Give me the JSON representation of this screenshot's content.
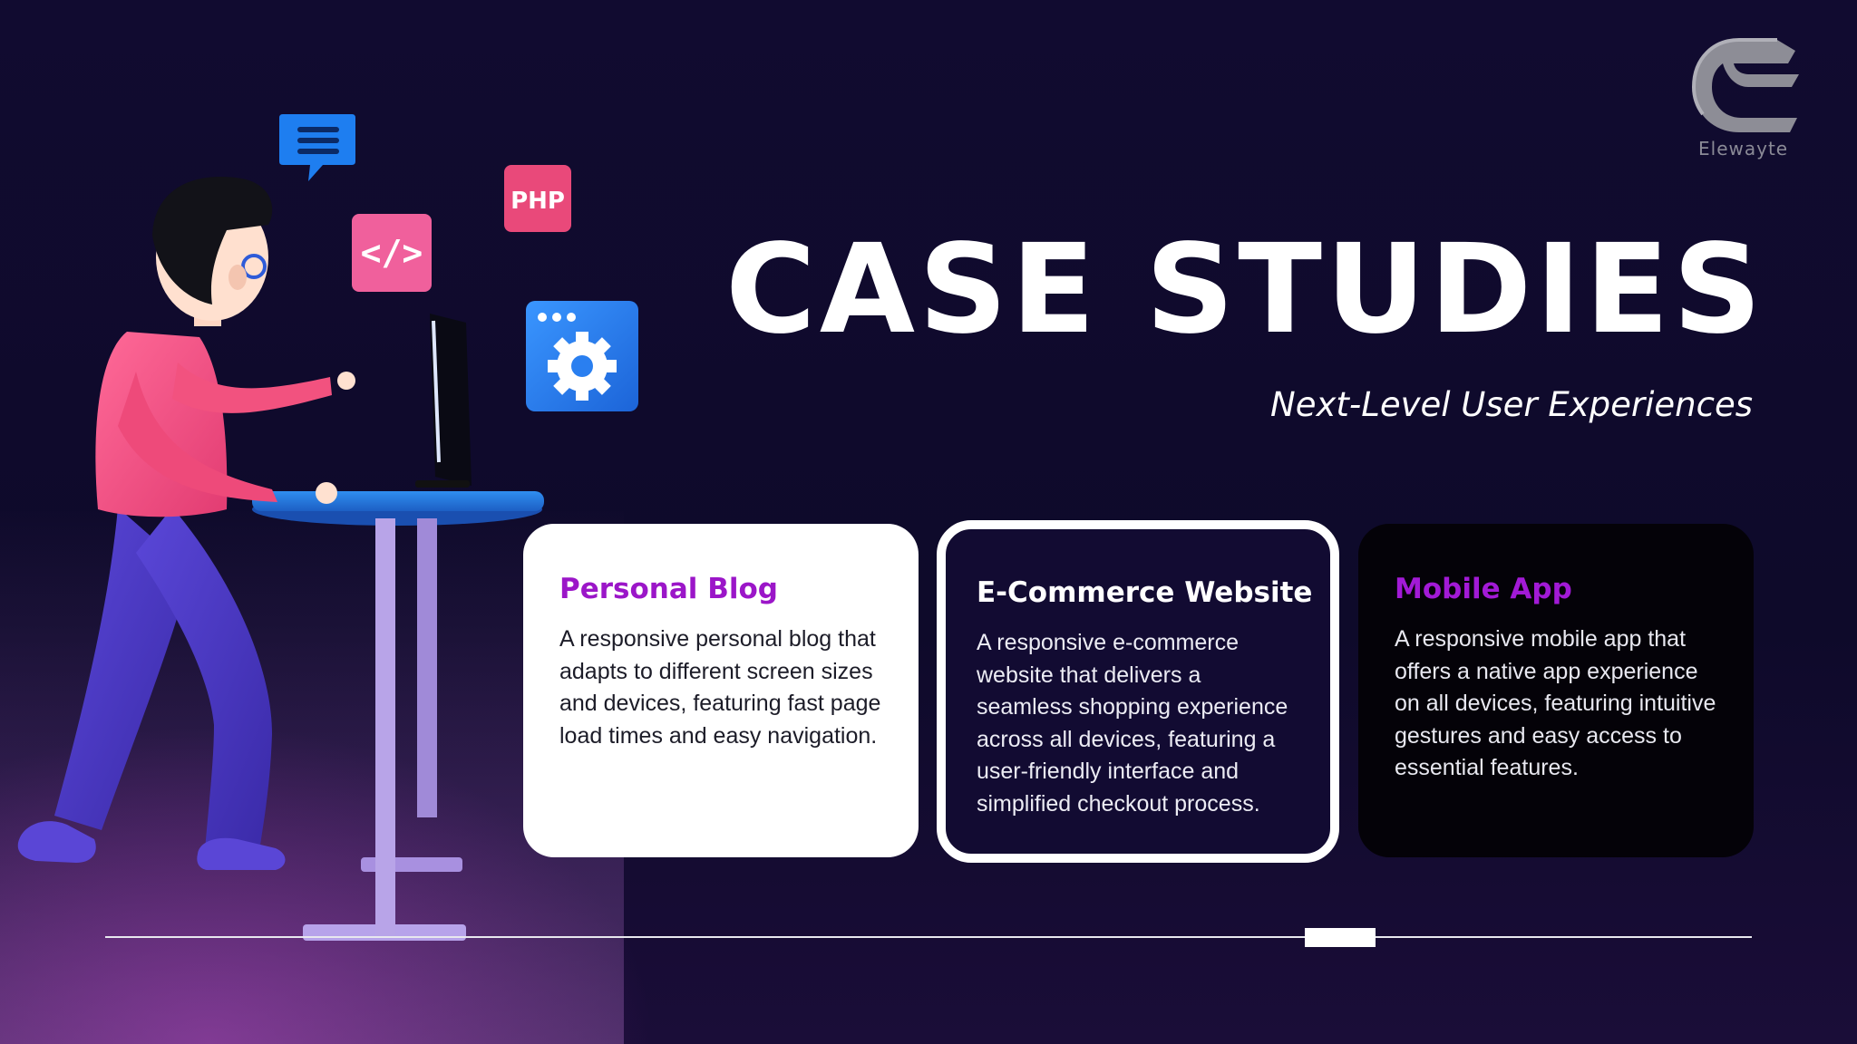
{
  "brand": {
    "name": "Elewayte",
    "colors": {
      "background": "#0f0a2c",
      "accent": "#9b16c8",
      "card_white": "#ffffff",
      "card_dark": "#040208"
    }
  },
  "hero": {
    "title": "CASE STUDIES",
    "subtitle": "Next-Level User Experiences"
  },
  "illustration": {
    "icons": [
      "chat-bubble-icon",
      "code-icon",
      "php-badge-icon",
      "settings-window-icon"
    ],
    "php_label": "PHP"
  },
  "cards": [
    {
      "title": "Personal Blog",
      "text": "A responsive personal blog that adapts to different screen sizes and devices, featuring fast page load times and easy navigation.",
      "style": "white"
    },
    {
      "title": "E-Commerce Website",
      "text": "A responsive e-commerce website that delivers a seamless shopping experience across all devices, featuring a user-friendly interface and simplified checkout process.",
      "style": "outline"
    },
    {
      "title": "Mobile App",
      "text": "A responsive mobile app that offers a native app experience on all devices, featuring intuitive gestures and easy access to essential features.",
      "style": "black"
    }
  ],
  "progress": {
    "fraction": 0.75
  }
}
